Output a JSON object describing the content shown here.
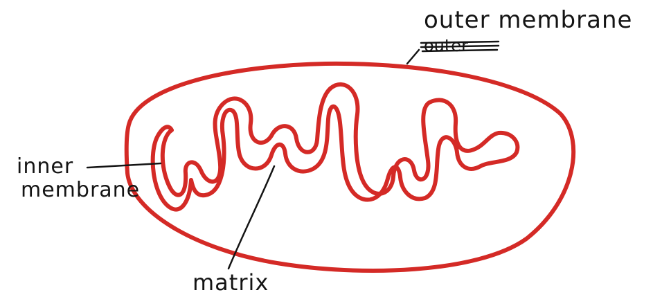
{
  "labels": {
    "outer_membrane": "outer membrane",
    "outer_crossed_out": "outer",
    "inner_membrane_line1": "inner",
    "inner_membrane_line2": "membrane",
    "matrix": "matrix"
  },
  "colors": {
    "membrane": "#d42a26",
    "ink": "#141414",
    "background": "#ffffff"
  }
}
